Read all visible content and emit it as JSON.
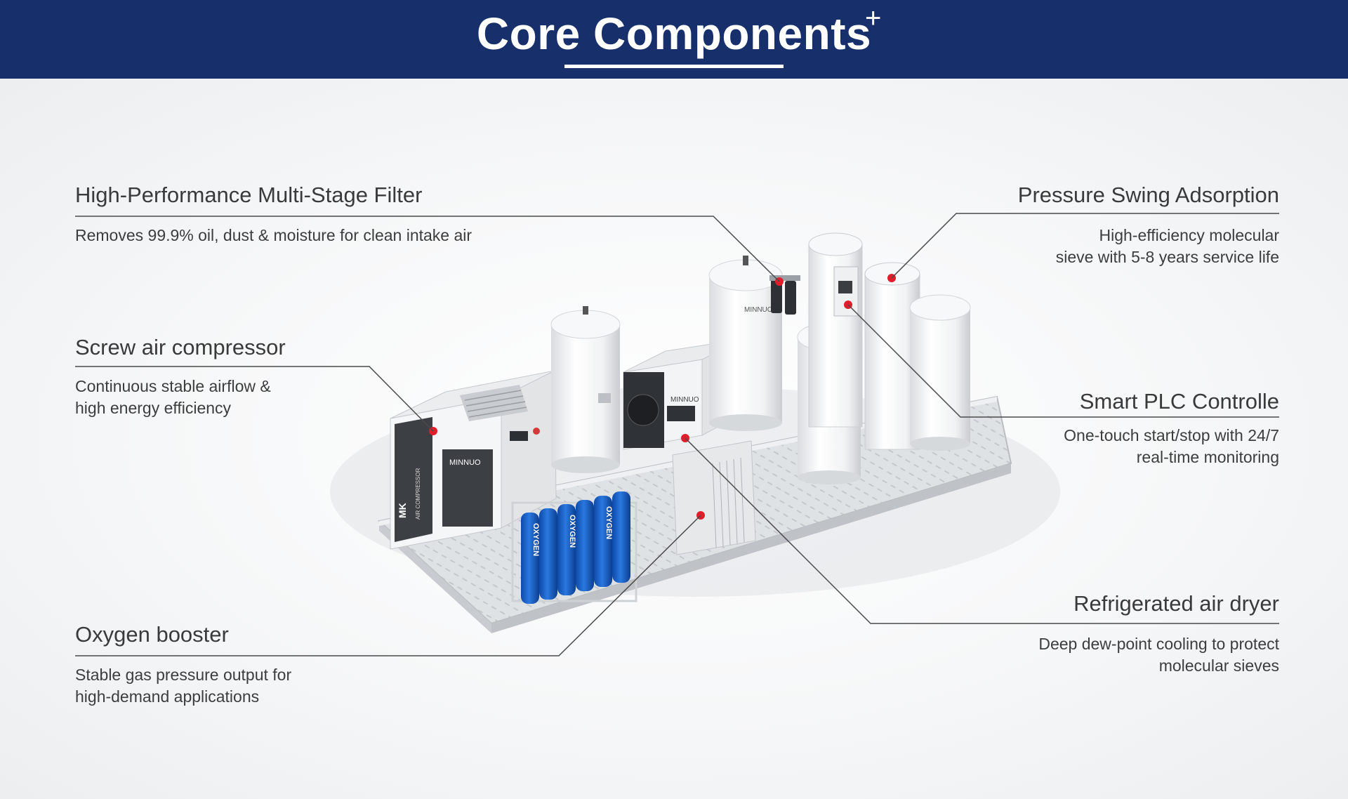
{
  "header": {
    "title": "Core Components",
    "title_mark": "+"
  },
  "colors": {
    "header_bg": "#172f6b",
    "marker_red": "#e01e2b",
    "leader_line": "#4a4a4a",
    "cylinder_blue": "#1a5fc4"
  },
  "components": [
    {
      "id": "multi-stage-filter",
      "title": "High-Performance Multi-Stage Filter",
      "description": [
        "Removes 99.9% oil, dust & moisture for clean intake air"
      ]
    },
    {
      "id": "screw-air-compressor",
      "title": "Screw air compressor",
      "description": [
        "Continuous stable airflow &",
        "high energy efficiency"
      ]
    },
    {
      "id": "oxygen-booster",
      "title": "Oxygen booster",
      "description": [
        "Stable gas pressure output for",
        "high-demand applications"
      ]
    },
    {
      "id": "pressure-swing-adsorption",
      "title": "Pressure Swing Adsorption",
      "description": [
        "High-efficiency molecular",
        "sieve with 5-8 years service life"
      ]
    },
    {
      "id": "smart-plc-controller",
      "title": "Smart PLC Controlle",
      "description": [
        "One-touch start/stop with 24/7",
        "real-time monitoring"
      ]
    },
    {
      "id": "refrigerated-air-dryer",
      "title": "Refrigerated air dryer",
      "description": [
        "Deep dew-point cooling to protect",
        "molecular sieves"
      ]
    }
  ],
  "machine_labels": {
    "brand": "MINNUO",
    "compressor_model": "MK",
    "compressor_sub": "AIR COMPRESSOR",
    "cylinder_text": "OXYGEN"
  }
}
